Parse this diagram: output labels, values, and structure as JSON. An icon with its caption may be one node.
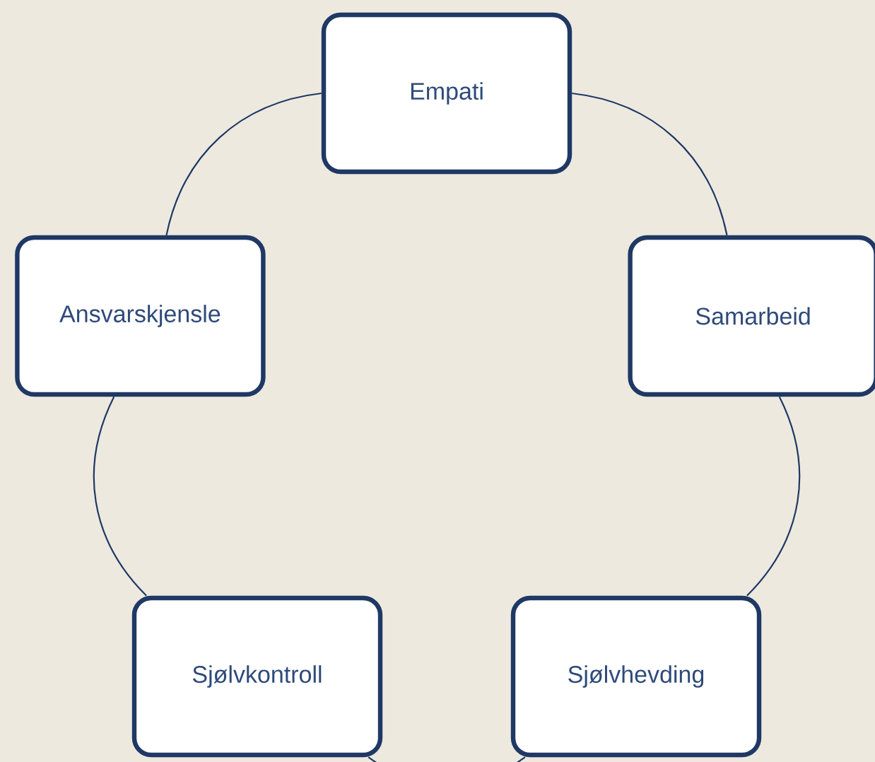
{
  "diagram": {
    "nodes": [
      {
        "text": [
          "Empati"
        ]
      },
      {
        "text": [
          "Ansvarskjensle"
        ]
      },
      {
        "text": [
          "Samarbeid"
        ]
      },
      {
        "text": [
          "Sjølvkontroll"
        ]
      },
      {
        "text": [
          "Sjølvhevding"
        ]
      }
    ],
    "edges": [
      {
        "from": 0,
        "to": 2,
        "arrow": "none"
      },
      {
        "from": 2,
        "to": 4,
        "arrow": "none"
      },
      {
        "from": 4,
        "to": 3,
        "arrow": "none"
      },
      {
        "from": 3,
        "to": 1,
        "arrow": "none"
      },
      {
        "from": 1,
        "to": 0,
        "arrow": "none"
      }
    ]
  }
}
